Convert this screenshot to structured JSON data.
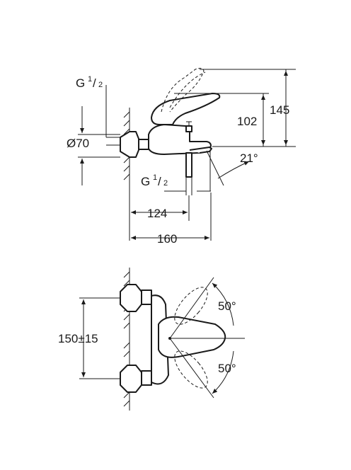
{
  "dimensions": {
    "thread_top": {
      "main": "G",
      "frac_num": "1",
      "frac_den": "2"
    },
    "thread_bottom": {
      "main": "G",
      "frac_num": "1",
      "frac_den": "2"
    },
    "diameter": "Ø70",
    "height_102": "102",
    "height_145": "145",
    "angle_21": "21°",
    "depth_124": "124",
    "depth_160": "160",
    "centers": "150±15",
    "angle_top": "50°",
    "angle_bottom": "50°"
  }
}
